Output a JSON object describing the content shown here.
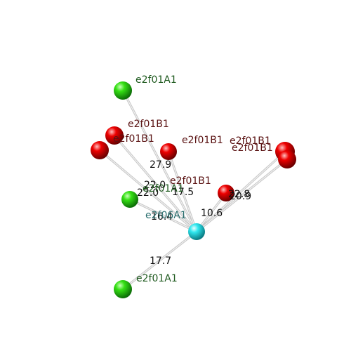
{
  "colors": {
    "green": "#33d11f",
    "red": "#e00000",
    "cyan": "#2ee6ee",
    "label_green": "#1f5a1f",
    "label_red": "#5a1212",
    "label_cyan": "#2a6f6f",
    "edge": "#c8c8c8"
  },
  "nodes": [
    {
      "id": "center",
      "label": "e2f06A1",
      "kind": "cyan"
    },
    {
      "id": "n1",
      "label": "e2f01A1",
      "kind": "green"
    },
    {
      "id": "n2",
      "label": "e2f01B1",
      "kind": "red"
    },
    {
      "id": "n3",
      "label": "e2f01B1",
      "kind": "red"
    },
    {
      "id": "n4",
      "label": "e2f01B1",
      "kind": "red"
    },
    {
      "id": "n5",
      "label": "e2f01B1",
      "kind": "red"
    },
    {
      "id": "n6",
      "label": "e2f01B1",
      "kind": "red"
    },
    {
      "id": "n7",
      "label": "e2f01B1",
      "kind": "red"
    },
    {
      "id": "n8",
      "label": "e2f01A1",
      "kind": "green"
    },
    {
      "id": "n9",
      "label": "e2f01A1",
      "kind": "green"
    }
  ],
  "edges": [
    {
      "from": "center",
      "to": "n1",
      "label": "27.9"
    },
    {
      "from": "center",
      "to": "n2",
      "label": "22.0"
    },
    {
      "from": "center",
      "to": "n3",
      "label": "22.0"
    },
    {
      "from": "center",
      "to": "n4",
      "label": "17.5"
    },
    {
      "from": "center",
      "to": "n5",
      "label": "22.8"
    },
    {
      "from": "center",
      "to": "n6",
      "label": "20.9"
    },
    {
      "from": "center",
      "to": "n7",
      "label": "10.6"
    },
    {
      "from": "center",
      "to": "n8",
      "label": "16.4"
    },
    {
      "from": "center",
      "to": "n9",
      "label": "17.7"
    }
  ]
}
